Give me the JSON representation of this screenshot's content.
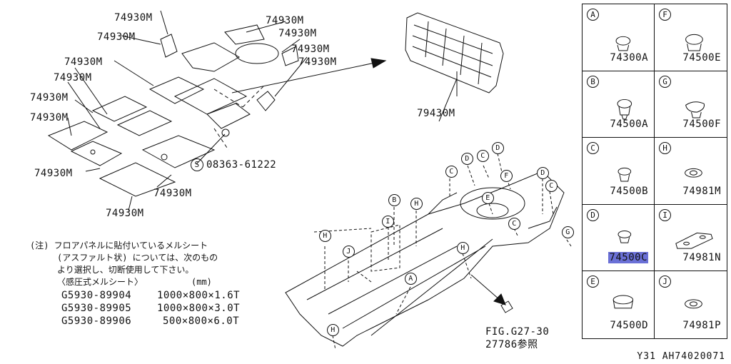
{
  "left_labels": [
    "74930M",
    "74930M",
    "74930M",
    "74930M",
    "74930M",
    "74930M",
    "74930M",
    "74930M",
    "74930M",
    "74930M",
    "74930M",
    "74930M"
  ],
  "screw_label": "08363-61222",
  "screw_symbol": "S",
  "panel_label": "79430M",
  "fig_ref": "FIG.G27-30",
  "fig_ref2": "27786参照",
  "callouts_letters": [
    "D",
    "C",
    "D",
    "C",
    "F",
    "E",
    "D",
    "C",
    "B",
    "H",
    "I",
    "H",
    "C",
    "H",
    "J",
    "A",
    "H",
    "G"
  ],
  "note": {
    "line1": "(注) フロアパネルに貼付いているメルシート",
    "line2": "(アスファルト状) については、次のもの",
    "line3": "より選択し、切断使用して下さい。",
    "line4": "〈感圧式メルシート〉",
    "unit": "(mm)"
  },
  "specs": [
    {
      "pn": "G5930-89904",
      "size": "1000×800×1.6T"
    },
    {
      "pn": "G5930-89905",
      "size": "1000×800×3.0T"
    },
    {
      "pn": "G5930-89906",
      "size": "500×800×6.0T"
    }
  ],
  "parts": [
    {
      "letter": "A",
      "pn": "74300A"
    },
    {
      "letter": "F",
      "pn": "74500E"
    },
    {
      "letter": "B",
      "pn": "74500A"
    },
    {
      "letter": "G",
      "pn": "74500F"
    },
    {
      "letter": "C",
      "pn": "74500B"
    },
    {
      "letter": "H",
      "pn": "74981M"
    },
    {
      "letter": "D",
      "pn": "74500C",
      "highlight": true
    },
    {
      "letter": "I",
      "pn": "74981N"
    },
    {
      "letter": "E",
      "pn": "74500D"
    },
    {
      "letter": "J",
      "pn": "74981P"
    }
  ],
  "footer": "Y31  AH74020071",
  "highlight_color": "#6a70d6"
}
